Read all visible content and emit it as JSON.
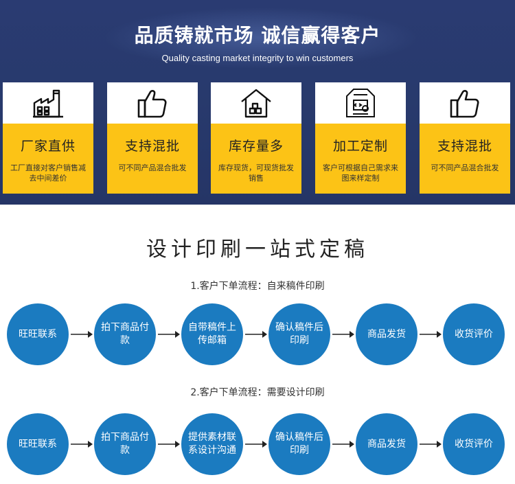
{
  "banner": {
    "title": "品质铸就市场 诚信赢得客户",
    "subtitle": "Quality casting market integrity to win customers",
    "cards": [
      {
        "icon": "factory-icon",
        "title": "厂家直供",
        "desc": "工厂直接对客户销售减去中间差价"
      },
      {
        "icon": "thumbs-up-icon",
        "title": "支持混批",
        "desc": "可不同产品混合批发"
      },
      {
        "icon": "warehouse-icon",
        "title": "库存量多",
        "desc": "库存现货，可现货批发销售"
      },
      {
        "icon": "custom-process-icon",
        "title": "加工定制",
        "desc": "客户可根据自己需求来图来样定制"
      },
      {
        "icon": "thumbs-up-icon",
        "title": "支持混批",
        "desc": "可不同产品混合批发"
      }
    ]
  },
  "section": {
    "title": "设计印刷一站式定稿"
  },
  "flows": [
    {
      "label": "1.客户下单流程：自来稿件印刷",
      "steps": [
        "旺旺联系",
        "拍下商品付款",
        "自带稿件上传邮箱",
        "确认稿件后印刷",
        "商品发货",
        "收货评价"
      ]
    },
    {
      "label": "2.客户下单流程：需要设计印刷",
      "steps": [
        "旺旺联系",
        "拍下商品付款",
        "提供素材联系设计沟通",
        "确认稿件后印刷",
        "商品发货",
        "收货评价"
      ]
    }
  ],
  "colors": {
    "banner_bg": "#283a6d",
    "card_accent": "#fcc316",
    "step_circle": "#1b7bc0"
  }
}
